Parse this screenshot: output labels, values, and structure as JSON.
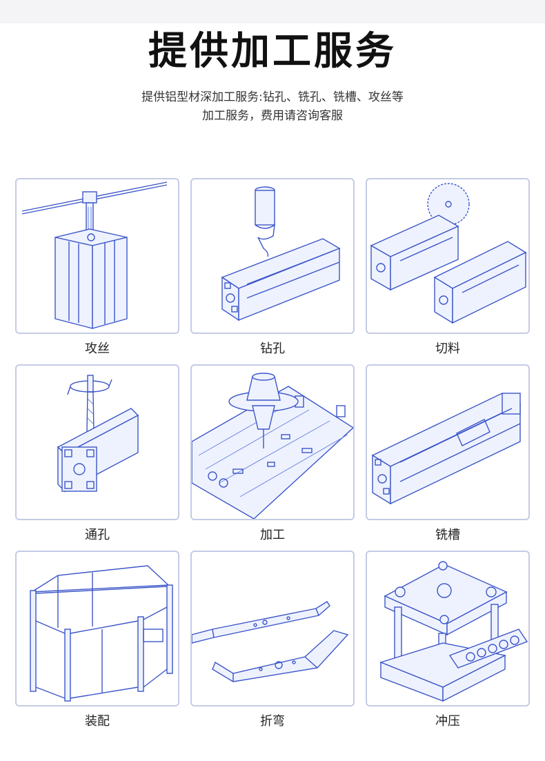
{
  "header": {
    "title": "提供加工服务",
    "subtitle_line1": "提供铝型材深加工服务:钻孔、铣孔、铣槽、攻丝等",
    "subtitle_line2": "加工服务，费用请咨询客服"
  },
  "services": [
    {
      "label": "攻丝",
      "icon": "tapping-icon"
    },
    {
      "label": "钻孔",
      "icon": "drilling-icon"
    },
    {
      "label": "切料",
      "icon": "cutting-icon"
    },
    {
      "label": "通孔",
      "icon": "through-hole-icon"
    },
    {
      "label": "加工",
      "icon": "machining-icon"
    },
    {
      "label": "铣槽",
      "icon": "milling-slot-icon"
    },
    {
      "label": "装配",
      "icon": "assembly-icon"
    },
    {
      "label": "折弯",
      "icon": "bending-icon"
    },
    {
      "label": "冲压",
      "icon": "stamping-icon"
    }
  ],
  "colors": {
    "line": "#3b55c8",
    "card_border": "#c4cbe4"
  }
}
